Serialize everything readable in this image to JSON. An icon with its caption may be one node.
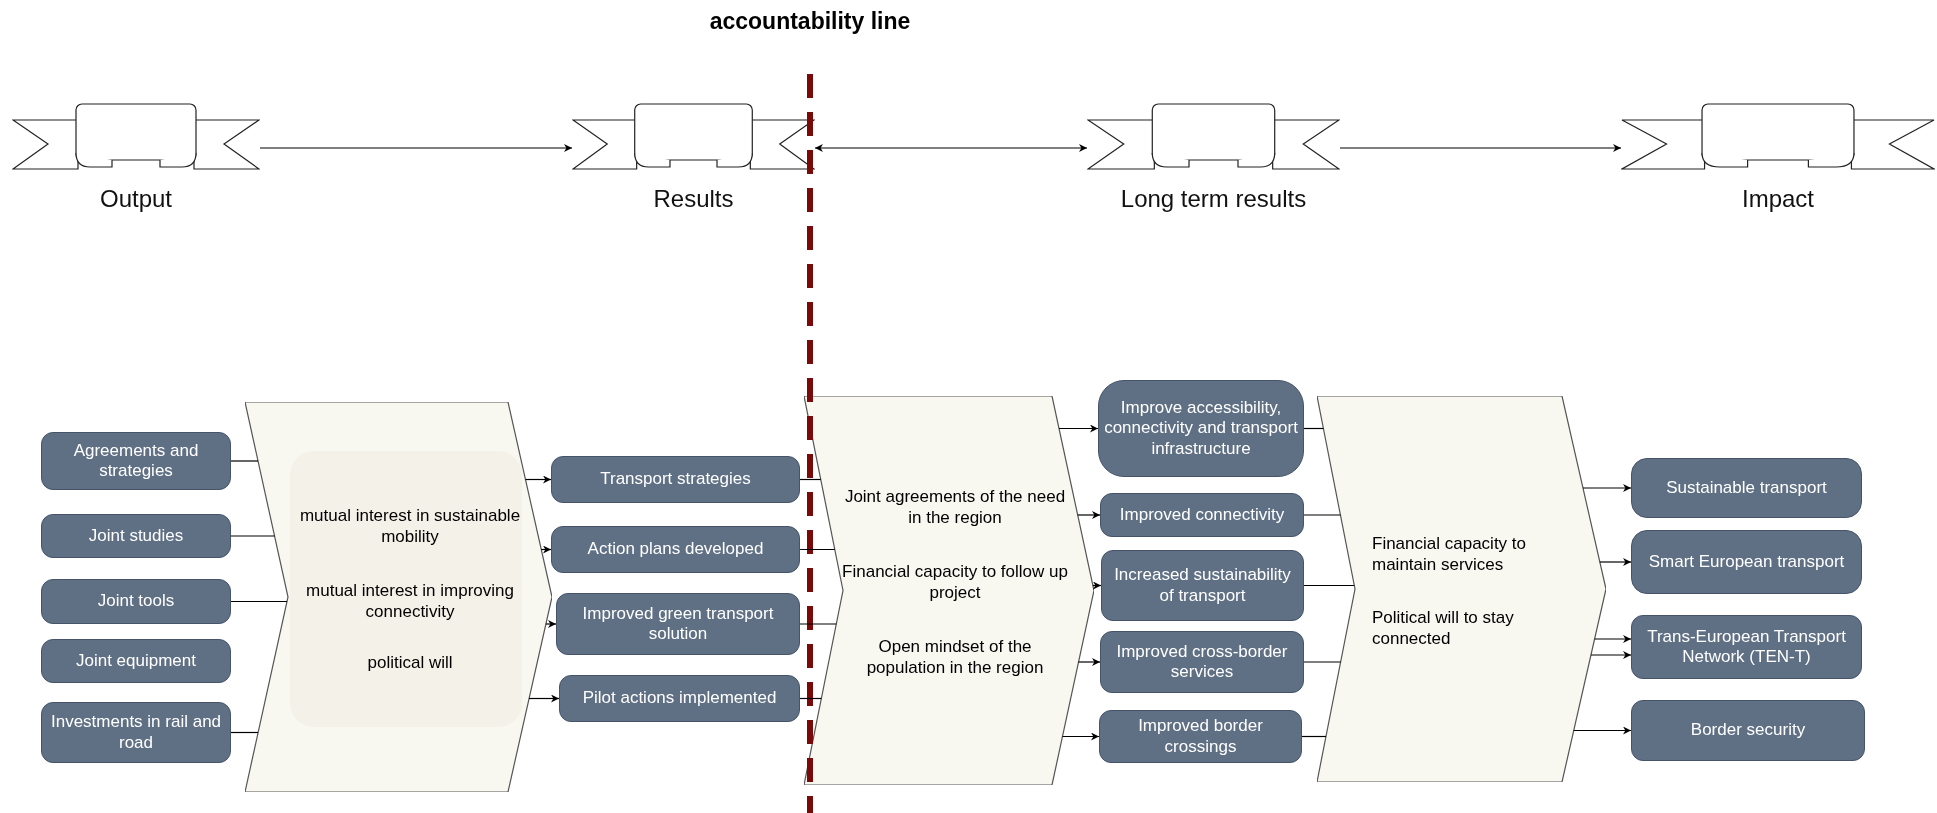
{
  "diagram": {
    "nodes": [
      {
        "text": [
          "Output"
        ]
      },
      {
        "text": [
          "Results"
        ]
      },
      {
        "text": [
          "Long term results"
        ]
      },
      {
        "text": [
          "Impact"
        ]
      },
      {
        "text": [
          "Agreements and strategies"
        ]
      },
      {
        "text": [
          "Joint studies"
        ]
      },
      {
        "text": [
          "Joint tools"
        ]
      },
      {
        "text": [
          "Joint equipment"
        ]
      },
      {
        "text": [
          "Investments in rail and road"
        ]
      },
      {
        "text": [
          "mutual interest in sustainable mobility",
          "mutual interest in improving connectivity",
          "political will"
        ]
      },
      {
        "text": [
          "Transport strategies"
        ]
      },
      {
        "text": [
          "Action plans developed"
        ]
      },
      {
        "text": [
          "Improved green transport solution"
        ]
      },
      {
        "text": [
          "Pilot actions implemented"
        ]
      },
      {
        "text": [
          "Joint agreements of the need in the region",
          "Financial capacity to follow up project",
          "Open mindset of the population in the region"
        ]
      },
      {
        "text": [
          "Improve accessibility, connectivity and transport infrastructure"
        ]
      },
      {
        "text": [
          "Improved connectivity"
        ]
      },
      {
        "text": [
          "Increased sustainability of transport"
        ]
      },
      {
        "text": [
          "Improved cross-border services"
        ]
      },
      {
        "text": [
          "Improved border crossings"
        ]
      },
      {
        "text": [
          "Financial capacity to maintain services",
          "Political will to stay connected"
        ]
      },
      {
        "text": [
          "Sustainable transport"
        ]
      },
      {
        "text": [
          "Smart European transport"
        ]
      },
      {
        "text": [
          "Trans-European Transport Network (TEN-T)"
        ]
      },
      {
        "text": [
          "Border security"
        ]
      }
    ],
    "edges": [
      {
        "from": 0,
        "to": 1,
        "arrow": "to"
      },
      {
        "from": 1,
        "to": 2,
        "arrow": "both"
      },
      {
        "from": 2,
        "to": 3,
        "arrow": "to"
      },
      {
        "from": 4,
        "to": 9,
        "arrow": "none"
      },
      {
        "from": 5,
        "to": 9,
        "arrow": "none"
      },
      {
        "from": 6,
        "to": 9,
        "arrow": "none"
      },
      {
        "from": 8,
        "to": 9,
        "arrow": "none"
      },
      {
        "from": 9,
        "to": 10,
        "arrow": "to"
      },
      {
        "from": 9,
        "to": 11,
        "arrow": "to"
      },
      {
        "from": 9,
        "to": 12,
        "arrow": "to"
      },
      {
        "from": 9,
        "to": 13,
        "arrow": "to"
      },
      {
        "from": 10,
        "to": 14,
        "arrow": "none"
      },
      {
        "from": 11,
        "to": 14,
        "arrow": "none"
      },
      {
        "from": 12,
        "to": 14,
        "arrow": "none"
      },
      {
        "from": 13,
        "to": 14,
        "arrow": "none"
      },
      {
        "from": 14,
        "to": 15,
        "arrow": "to"
      },
      {
        "from": 14,
        "to": 16,
        "arrow": "to"
      },
      {
        "from": 14,
        "to": 17,
        "arrow": "to"
      },
      {
        "from": 14,
        "to": 18,
        "arrow": "to"
      },
      {
        "from": 14,
        "to": 19,
        "arrow": "to"
      },
      {
        "from": 15,
        "to": 20,
        "arrow": "none"
      },
      {
        "from": 16,
        "to": 20,
        "arrow": "none"
      },
      {
        "from": 17,
        "to": 20,
        "arrow": "none"
      },
      {
        "from": 18,
        "to": 20,
        "arrow": "none"
      },
      {
        "from": 19,
        "to": 20,
        "arrow": "none"
      },
      {
        "from": 20,
        "to": 21,
        "arrow": "to"
      },
      {
        "from": 20,
        "to": 22,
        "arrow": "to"
      },
      {
        "from": 20,
        "to": 23,
        "arrow": "to"
      },
      {
        "from": 20,
        "to": 23,
        "arrow": "to"
      },
      {
        "from": 20,
        "to": 24,
        "arrow": "to"
      }
    ],
    "labels": [
      "accountability line"
    ]
  }
}
